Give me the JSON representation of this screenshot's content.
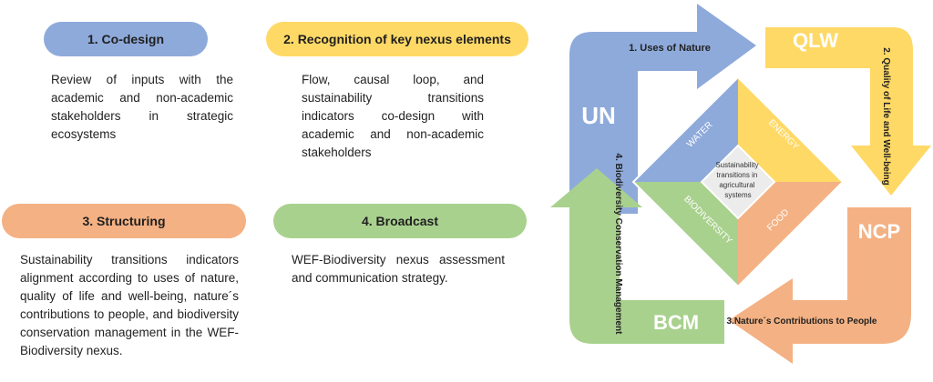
{
  "steps": [
    {
      "label": "1. Co-design",
      "text": "Review of inputs with the academic and non-academic stakeholders in strategic ecosystems",
      "color": "#8eaadb"
    },
    {
      "label": "2. Recognition of key nexus elements",
      "text": "Flow, causal loop, and sustainability transitions indicators co-design with academic and non-academic stakeholders",
      "color": "#ffd966"
    },
    {
      "label": "3. Structuring",
      "text": "Sustainability transitions indicators alignment according to uses of nature, quality of life and well-being, nature´s contributions to people, and biodiversity conservation management in the WEF-Biodiversity nexus.",
      "color": "#f4b183"
    },
    {
      "label": "4. Broadcast",
      "text": "WEF-Biodiversity nexus assessment and communication strategy.",
      "color": "#a9d18e"
    }
  ],
  "cycle": {
    "center": "Sustainability transitions in agricultural systems",
    "arrows": [
      {
        "abbr": "UN",
        "label": "1. Uses of Nature",
        "color": "#8eaadb"
      },
      {
        "abbr": "QLW",
        "label": "2. Quality of Life and Well-being",
        "color": "#ffd966"
      },
      {
        "abbr": "NCP",
        "label": "3.Nature´s Contributions to People",
        "color": "#f4b183"
      },
      {
        "abbr": "BCM",
        "label": "4. Biodiversity Conservation Management",
        "color": "#a9d18e"
      }
    ],
    "sectors": {
      "water": "WATER",
      "energy": "ENERGY",
      "food": "FOOD",
      "biodiversity": "BIODIVERSITY"
    }
  }
}
